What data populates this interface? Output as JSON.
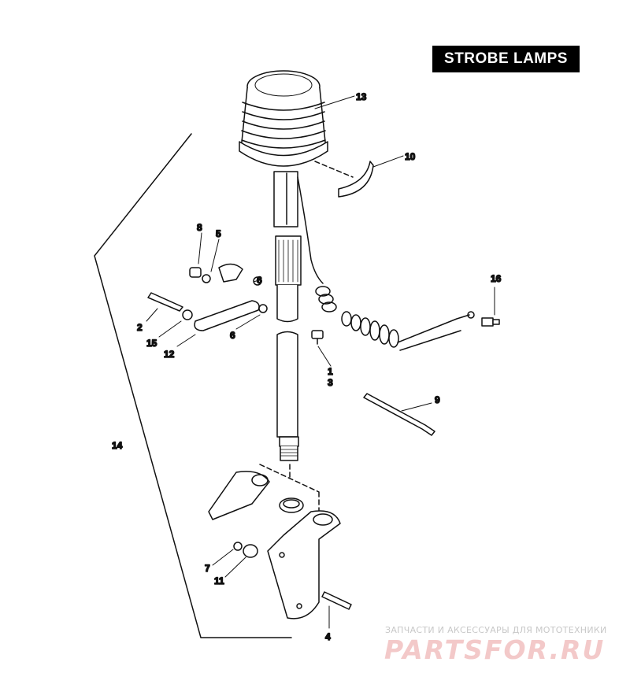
{
  "title": "STROBE LAMPS",
  "callouts": {
    "c1": "1",
    "c2": "2",
    "c3": "3",
    "c4": "4",
    "c5": "5",
    "c6a": "6",
    "c6b": "6",
    "c7": "7",
    "c8": "8",
    "c9": "9",
    "c10": "10",
    "c11": "11",
    "c12": "12",
    "c13": "13",
    "c14": "14",
    "c15": "15",
    "c16": "16"
  },
  "watermark": {
    "subtitle": "ЗАПЧАСТИ И АКСЕССУАРЫ ДЛЯ МОТОТЕХНИКИ",
    "brand": "PARTSFOR.RU"
  }
}
